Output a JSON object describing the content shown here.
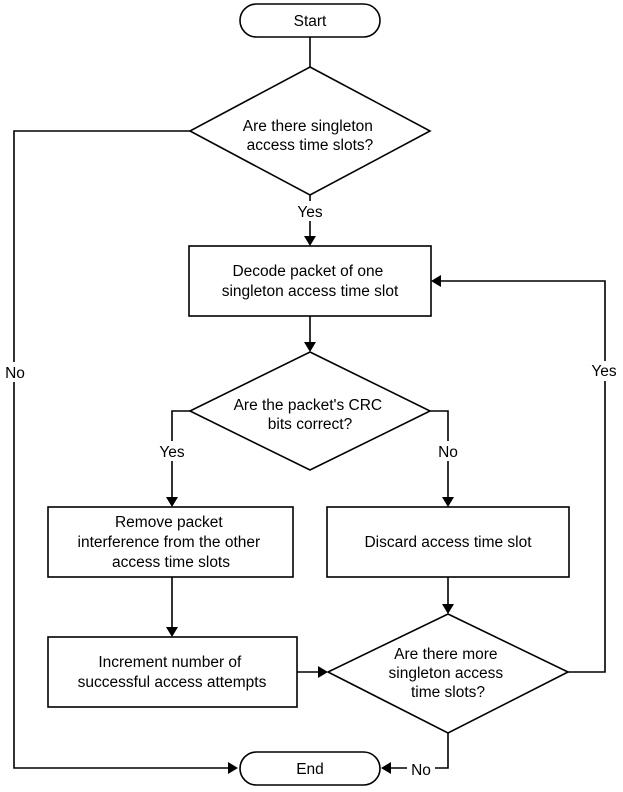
{
  "nodes": {
    "start": "Start",
    "q_singleton": [
      "Are there singleton",
      "access time slots?"
    ],
    "decode": [
      "Decode packet of one",
      "singleton access time slot"
    ],
    "q_crc": [
      "Are the packet's CRC",
      "bits correct?"
    ],
    "remove": [
      "Remove packet",
      "interference from the other",
      "access time slots"
    ],
    "discard": "Discard access time slot",
    "increment": [
      "Increment number of",
      "successful access attempts"
    ],
    "q_more": [
      "Are there more",
      "singleton access",
      "time slots?"
    ],
    "end": "End"
  },
  "edge_labels": {
    "singleton_yes": "Yes",
    "singleton_no": "No",
    "crc_yes": "Yes",
    "crc_no": "No",
    "more_yes": "Yes",
    "more_no": "No"
  }
}
